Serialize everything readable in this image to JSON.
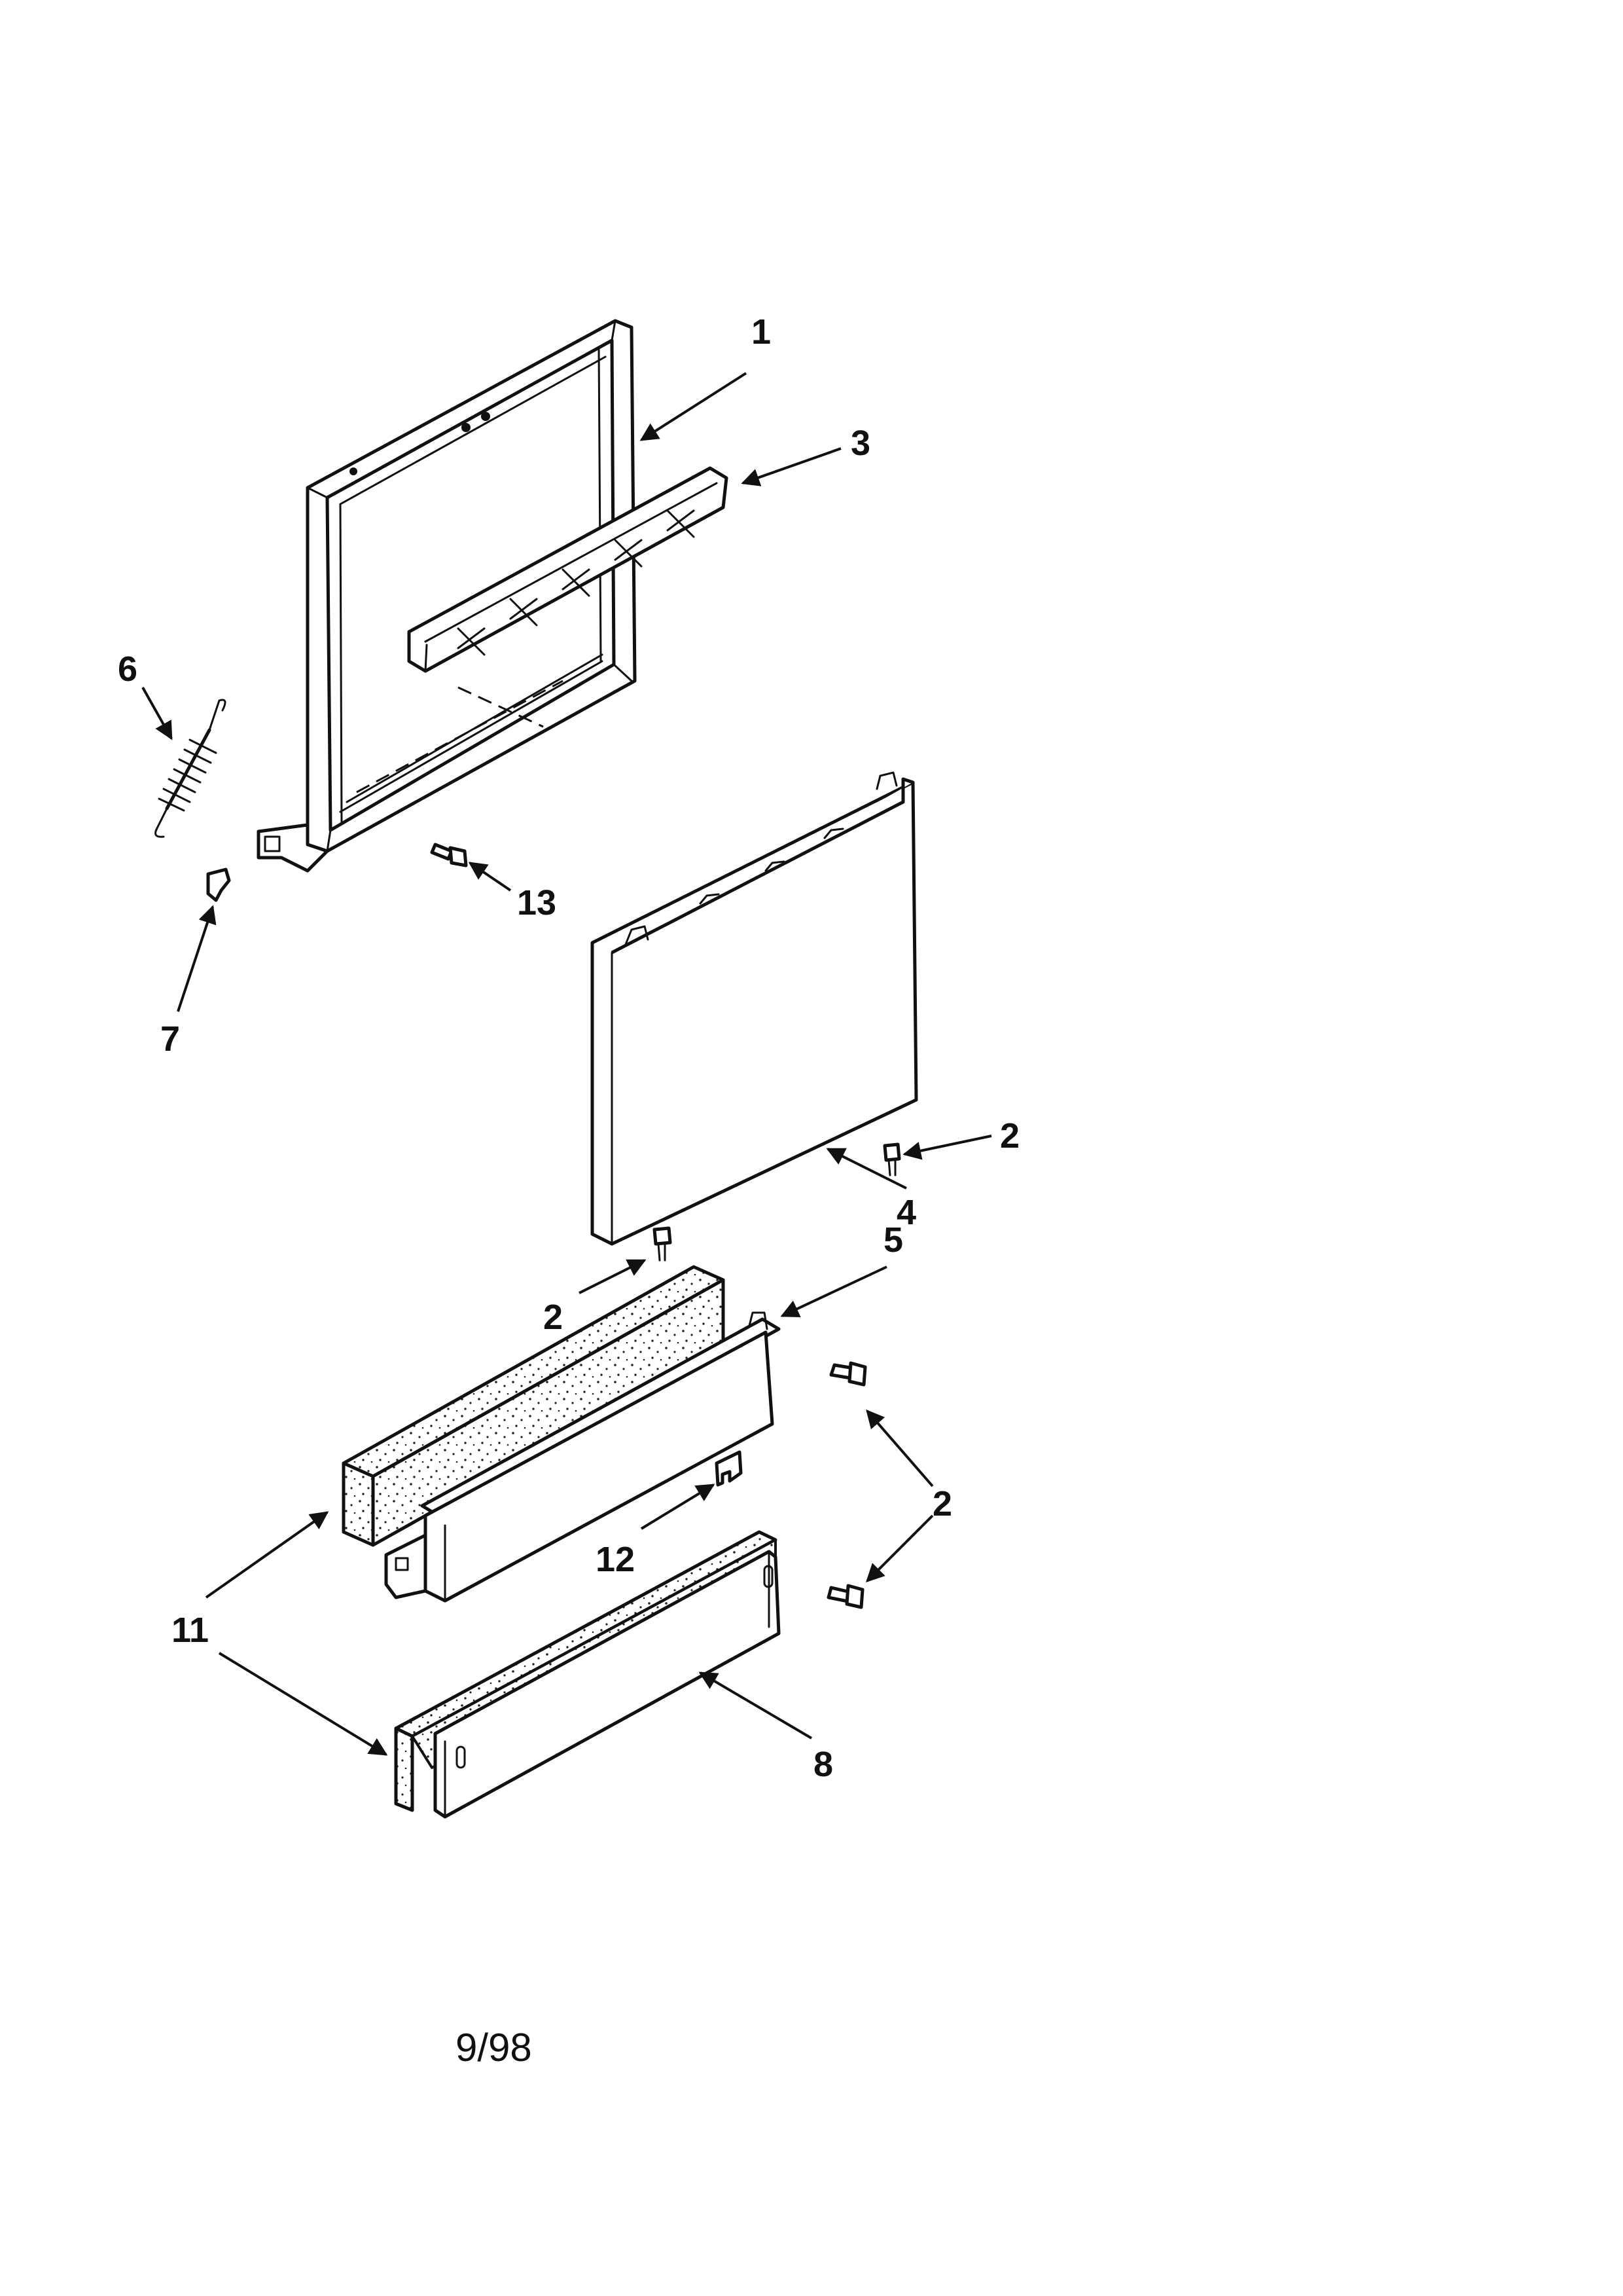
{
  "callouts": [
    {
      "id": "c1",
      "label": "1"
    },
    {
      "id": "c3",
      "label": "3"
    },
    {
      "id": "c6",
      "label": "6"
    },
    {
      "id": "c13",
      "label": "13"
    },
    {
      "id": "c7",
      "label": "7"
    },
    {
      "id": "c2a",
      "label": "2"
    },
    {
      "id": "c4",
      "label": "4"
    },
    {
      "id": "c5",
      "label": "5"
    },
    {
      "id": "c2b",
      "label": "2"
    },
    {
      "id": "c2c",
      "label": "2"
    },
    {
      "id": "c12",
      "label": "12"
    },
    {
      "id": "c11",
      "label": "11"
    },
    {
      "id": "c8",
      "label": "8"
    }
  ],
  "footer": {
    "date": "9/98"
  }
}
